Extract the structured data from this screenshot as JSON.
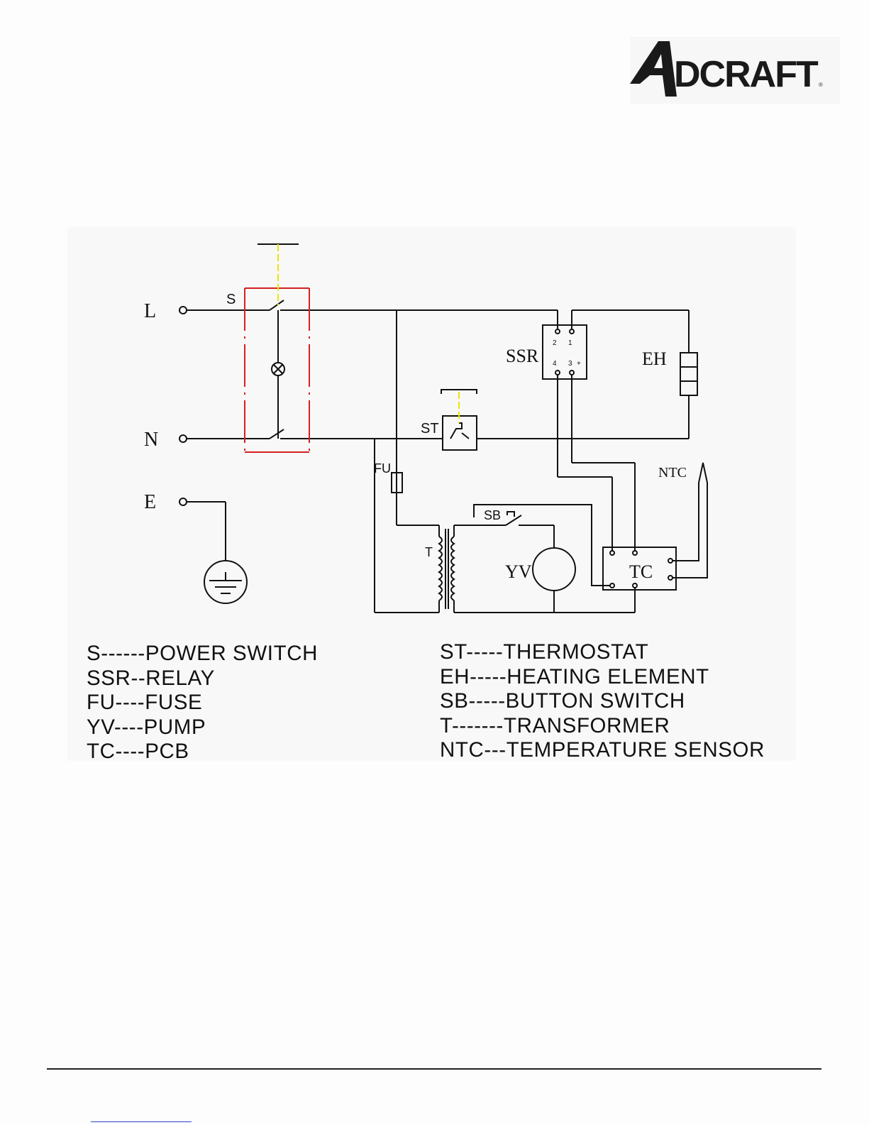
{
  "brand": {
    "logo_initial": "A",
    "logo_rest": "DCRAFT",
    "registered_mark": "®"
  },
  "diagram": {
    "terminals": {
      "line": "L",
      "neutral": "N",
      "earth": "E"
    },
    "components": {
      "power_switch": "S",
      "relay": "SSR",
      "heating_element": "EH",
      "thermostat": "ST",
      "fuse": "FU",
      "button_switch": "SB",
      "transformer": "T",
      "pump": "YV",
      "pcb": "TC",
      "sensor": "NTC"
    },
    "relay_pins": {
      "p1": "1",
      "p2": "2",
      "p3": "3",
      "p4": "4",
      "plus": "+"
    }
  },
  "legend": {
    "left": [
      "S------POWER SWITCH",
      "SSR--RELAY",
      "FU----FUSE",
      "YV----PUMP",
      "TC----PCB"
    ],
    "right": [
      "ST-----THERMOSTAT",
      "EH-----HEATING ELEMENT",
      "SB-----BUTTON SWITCH",
      "T-------TRANSFORMER",
      "NTC---TEMPERATURE SENSOR"
    ]
  },
  "colors": {
    "switch_box": "#d42020",
    "mechanical_link": "#e8e800",
    "wire": "#111111"
  }
}
